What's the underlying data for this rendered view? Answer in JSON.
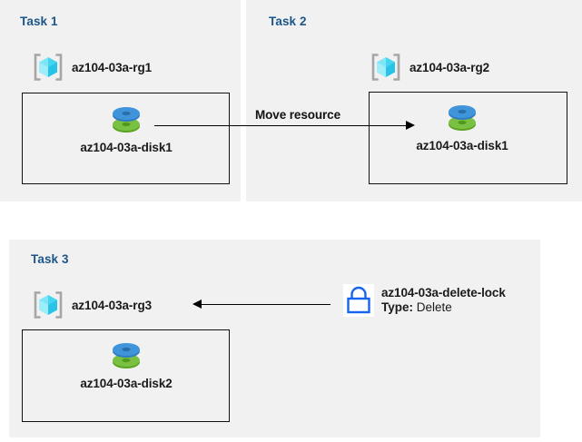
{
  "diagram": {
    "title_color": "#1c5689",
    "panel_bg": "#f1f1f1",
    "page_bg": "#ffffff",
    "line_color": "#000000",
    "lock_color": "#1565f0",
    "disk_top_color": "#3c8fd4",
    "disk_bottom_color": "#73b938",
    "rg_cube_color": "#52d6f2",
    "rg_bracket_color": "#a6a6a6"
  },
  "tasks": {
    "task1": {
      "label": "Task 1",
      "resource_group": "az104-03a-rg1",
      "disk": "az104-03a-disk1"
    },
    "task2": {
      "label": "Task 2",
      "resource_group": "az104-03a-rg2",
      "disk": "az104-03a-disk1"
    },
    "task3": {
      "label": "Task 3",
      "resource_group": "az104-03a-rg3",
      "disk": "az104-03a-disk2"
    }
  },
  "connectors": {
    "move_resource_label": "Move resource"
  },
  "lock": {
    "name": "az104-03a-delete-lock",
    "type_key": "Type:",
    "type_value": "Delete"
  },
  "icons": {
    "resource_group": "resource-group-cube-icon",
    "disk": "managed-disk-icon",
    "lock": "delete-lock-padlock-icon"
  }
}
